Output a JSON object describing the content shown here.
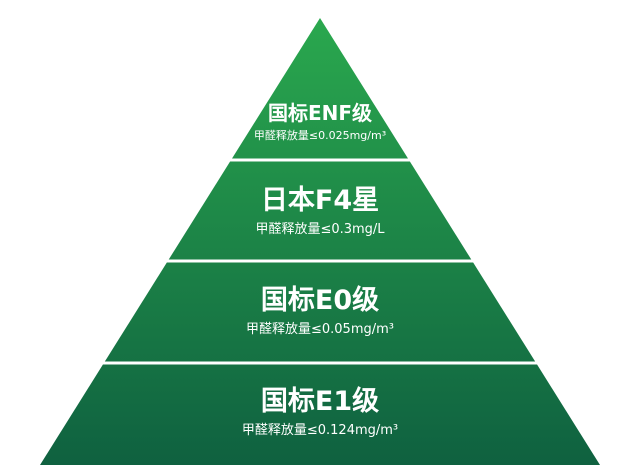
{
  "pyramid": {
    "colors": {
      "top": "#2aa84e",
      "bottom": "#0f6140",
      "divider": "#ffffff"
    },
    "tiers": [
      {
        "title": "国标ENF级",
        "subtitle": "甲醛释放量≤0.025mg/m³"
      },
      {
        "title": "日本F4星",
        "subtitle": "甲醛释放量≤0.3mg/L"
      },
      {
        "title": "国标E0级",
        "subtitle": "甲醛释放量≤0.05mg/m³"
      },
      {
        "title": "国标E1级",
        "subtitle": "甲醛释放量≤0.124mg/m³"
      }
    ]
  }
}
